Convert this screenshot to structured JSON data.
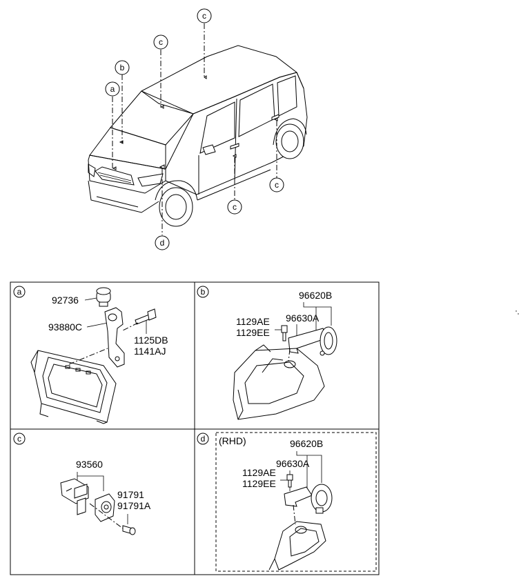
{
  "overview": {
    "callouts": {
      "a": "a",
      "b": "b",
      "c1": "c",
      "c2": "c",
      "c3": "c",
      "c4": "c",
      "d": "d"
    }
  },
  "panels": {
    "a": {
      "tag": "a",
      "parts": {
        "p1": "92736",
        "p2": "93880C",
        "p3": "1125DB",
        "p4": "1141AJ"
      }
    },
    "b": {
      "tag": "b",
      "parts": {
        "p1": "96620B",
        "p2": "96630A",
        "p3": "1129AE",
        "p4": "1129EE"
      }
    },
    "c": {
      "tag": "c",
      "parts": {
        "p1": "93560",
        "p2": "91791",
        "p3": "91791A"
      }
    },
    "d": {
      "tag": "d",
      "note": "(RHD)",
      "parts": {
        "p1": "96620B",
        "p2": "96630A",
        "p3": "1129AE",
        "p4": "1129EE"
      }
    }
  }
}
